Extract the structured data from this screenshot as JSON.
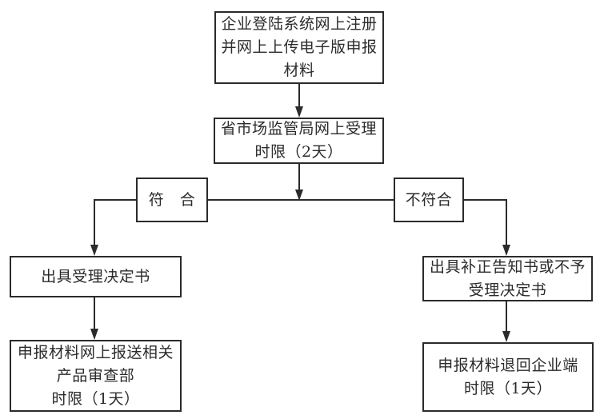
{
  "diagram": {
    "type": "flowchart",
    "colors": {
      "border": "#2b2b2b",
      "text": "#2b2b2b",
      "line": "#2b2b2b",
      "background": "#ffffff"
    },
    "nodes": {
      "register": {
        "lines": [
          "企业登陆系统网上注册",
          "并网上上传电子版申报",
          "材料"
        ]
      },
      "acceptance": {
        "lines": [
          "省市场监管局网上受理",
          "时限（2天）"
        ]
      },
      "conform": {
        "lines": [
          "符　合"
        ]
      },
      "nonconform": {
        "lines": [
          "不符合"
        ]
      },
      "issue_decision": {
        "lines": [
          "出具受理决定书"
        ]
      },
      "issue_correction": {
        "lines": [
          "出具补正告知书或不予",
          "受理决定书"
        ]
      },
      "submit_review": {
        "lines": [
          "申报材料网上报送相关",
          "产品审查部",
          "时限（1天）"
        ]
      },
      "return_materials": {
        "lines": [
          "申报材料退回企业端",
          "时限（1天）"
        ]
      }
    },
    "edges": [
      {
        "from": "register",
        "to": "acceptance"
      },
      {
        "from": "acceptance",
        "to": "branch-line"
      },
      {
        "from": "branch-line",
        "label": "符　合",
        "to": "issue_decision"
      },
      {
        "from": "branch-line",
        "label": "不符合",
        "to": "issue_correction"
      },
      {
        "from": "issue_decision",
        "to": "submit_review"
      },
      {
        "from": "issue_correction",
        "to": "return_materials"
      }
    ]
  }
}
